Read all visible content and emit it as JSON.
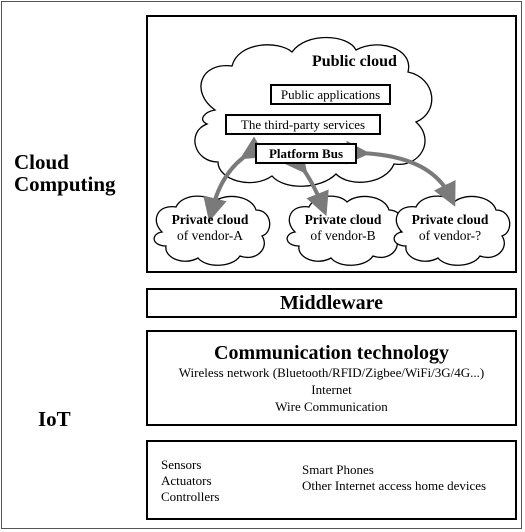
{
  "cloud_computing_label": "Cloud Computing",
  "iot_label": "IoT",
  "public_cloud": {
    "title": "Public cloud",
    "public_applications": "Public applications",
    "third_party_services": "The third-party services",
    "platform_bus": "Platform Bus"
  },
  "private_clouds": [
    {
      "title": "Private cloud",
      "vendor": "of vendor-A"
    },
    {
      "title": "Private cloud",
      "vendor": "of vendor-B"
    },
    {
      "title": "Private cloud",
      "vendor": "of vendor-?"
    }
  ],
  "middleware": "Middleware",
  "communication": {
    "title": "Communication technology",
    "lines": [
      "Wireless network (Bluetooth/RFID/Zigbee/WiFi/3G/4G...)",
      "Internet",
      "Wire Communication"
    ]
  },
  "devices": {
    "left": [
      "Sensors",
      "Actuators",
      "Controllers"
    ],
    "right": [
      "Smart Phones",
      "Other Internet access home devices"
    ]
  }
}
